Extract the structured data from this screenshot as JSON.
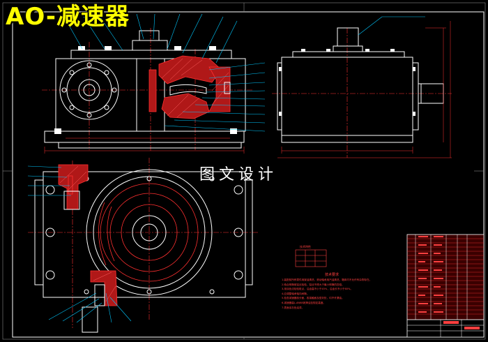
{
  "header": {
    "title": "AO-减速器"
  },
  "watermark": {
    "text": "图文设计"
  },
  "colors": {
    "background": "#000000",
    "frame": "#ffffff",
    "outline": "#ffffff",
    "section_hatch": "#ff3030",
    "center_line": "#ff3030",
    "dimension": "#ff3030",
    "leader": "#00c8ff",
    "title": "#ffff00"
  },
  "technical_requirements": {
    "title": "技术要求",
    "lines": [
      "1.装配前所有零件用煤油清洗，滚动轴承用汽油清洗，箱体内不允许有杂物存在。",
      "2.啮合侧隙用铅丝检验，铅丝不得大于最小侧隙的四倍。",
      "3.用涂色法检验斑点，沿齿高不小于45%，沿齿长不小于60%。",
      "4.应调整轴承轴向间隙。",
      "5.检查减速器剖分面，各接触面及密封处，均不许漏油。",
      "6.减速器装L-AN68润滑油至规定高度。",
      "7.表面涂灰色油漆。"
    ]
  },
  "spec_table": {
    "title": "技术特性"
  },
  "icons": {
    "frame": "drawing-frame-icon",
    "front-view": "front-section-view-icon",
    "side-view": "side-view-icon",
    "top-view": "top-section-view-icon"
  }
}
